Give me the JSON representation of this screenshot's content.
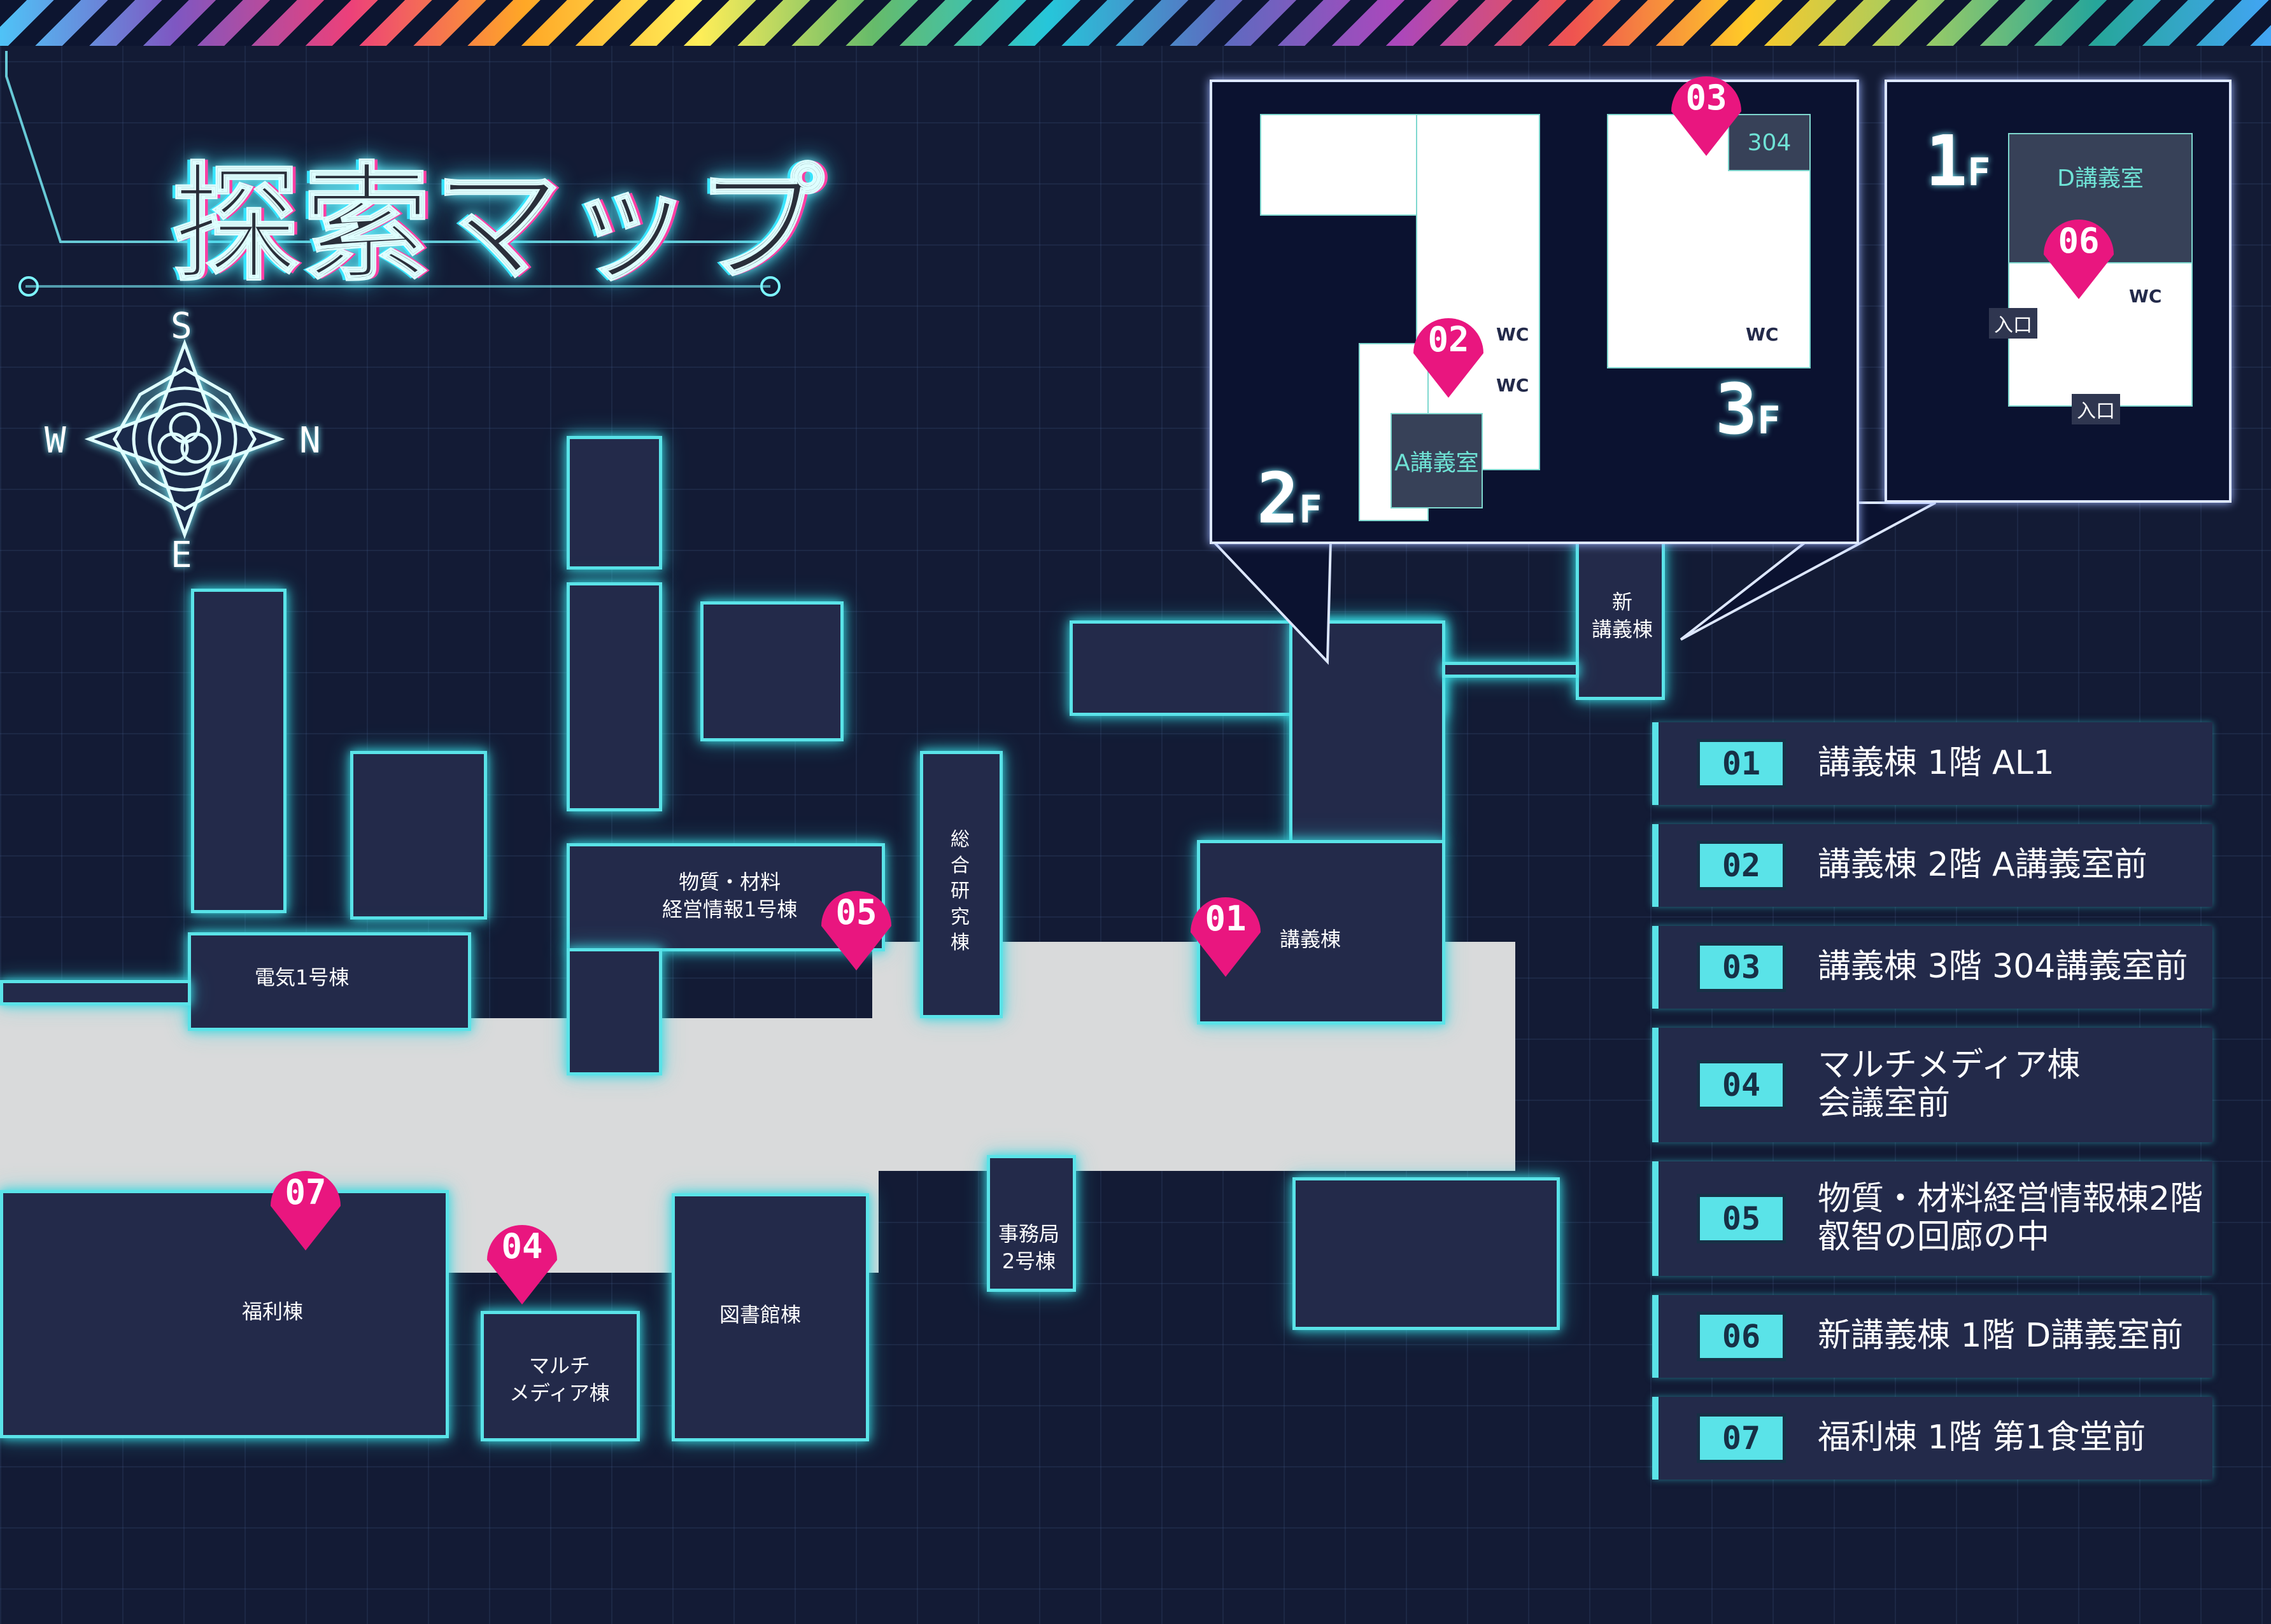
{
  "title": "探索マップ",
  "compass": {
    "s": "S",
    "w": "W",
    "n": "N",
    "e": "E"
  },
  "buildings": {
    "denki": "電気1号棟",
    "busshitsu": "物質・材料\n経営情報1号棟",
    "sogo": "総\n合\n研\n究\n棟",
    "kogi": "講義棟",
    "shin_kogi": "新\n講義棟",
    "fukuri": "福利棟",
    "multi": "マルチ\nメディア棟",
    "tosho": "図書館棟",
    "jimu": "事務局\n2号棟"
  },
  "pins": [
    {
      "id": "01"
    },
    {
      "id": "02"
    },
    {
      "id": "03"
    },
    {
      "id": "04"
    },
    {
      "id": "05"
    },
    {
      "id": "06"
    },
    {
      "id": "07"
    }
  ],
  "insets": {
    "floor2": {
      "label": "2",
      "suffix": "F",
      "room": "A講義室",
      "wc1": "WC",
      "wc2": "WC"
    },
    "floor3": {
      "label": "3",
      "suffix": "F",
      "room": "304",
      "wc": "WC"
    },
    "floor1": {
      "label": "1",
      "suffix": "F",
      "room": "D講義室",
      "wc": "WC",
      "entrance1": "入口",
      "entrance2": "入口"
    }
  },
  "legend": [
    {
      "num": "01",
      "text": "講義棟 1階 AL1"
    },
    {
      "num": "02",
      "text": "講義棟 2階 A講義室前"
    },
    {
      "num": "03",
      "text": "講義棟 3階 304講義室前"
    },
    {
      "num": "04",
      "text": "マルチメディア棟\n会議室前"
    },
    {
      "num": "05",
      "text": "物質・材料経営情報棟2階\n叡智の回廊の中"
    },
    {
      "num": "06",
      "text": "新講義棟 1階 D講義室前"
    },
    {
      "num": "07",
      "text": "福利棟 1階 第1食堂前"
    }
  ],
  "colors": {
    "pin": "#e9167f",
    "glow": "#5ae3e8",
    "building": "#232a4a",
    "road": "#d9dadb"
  }
}
